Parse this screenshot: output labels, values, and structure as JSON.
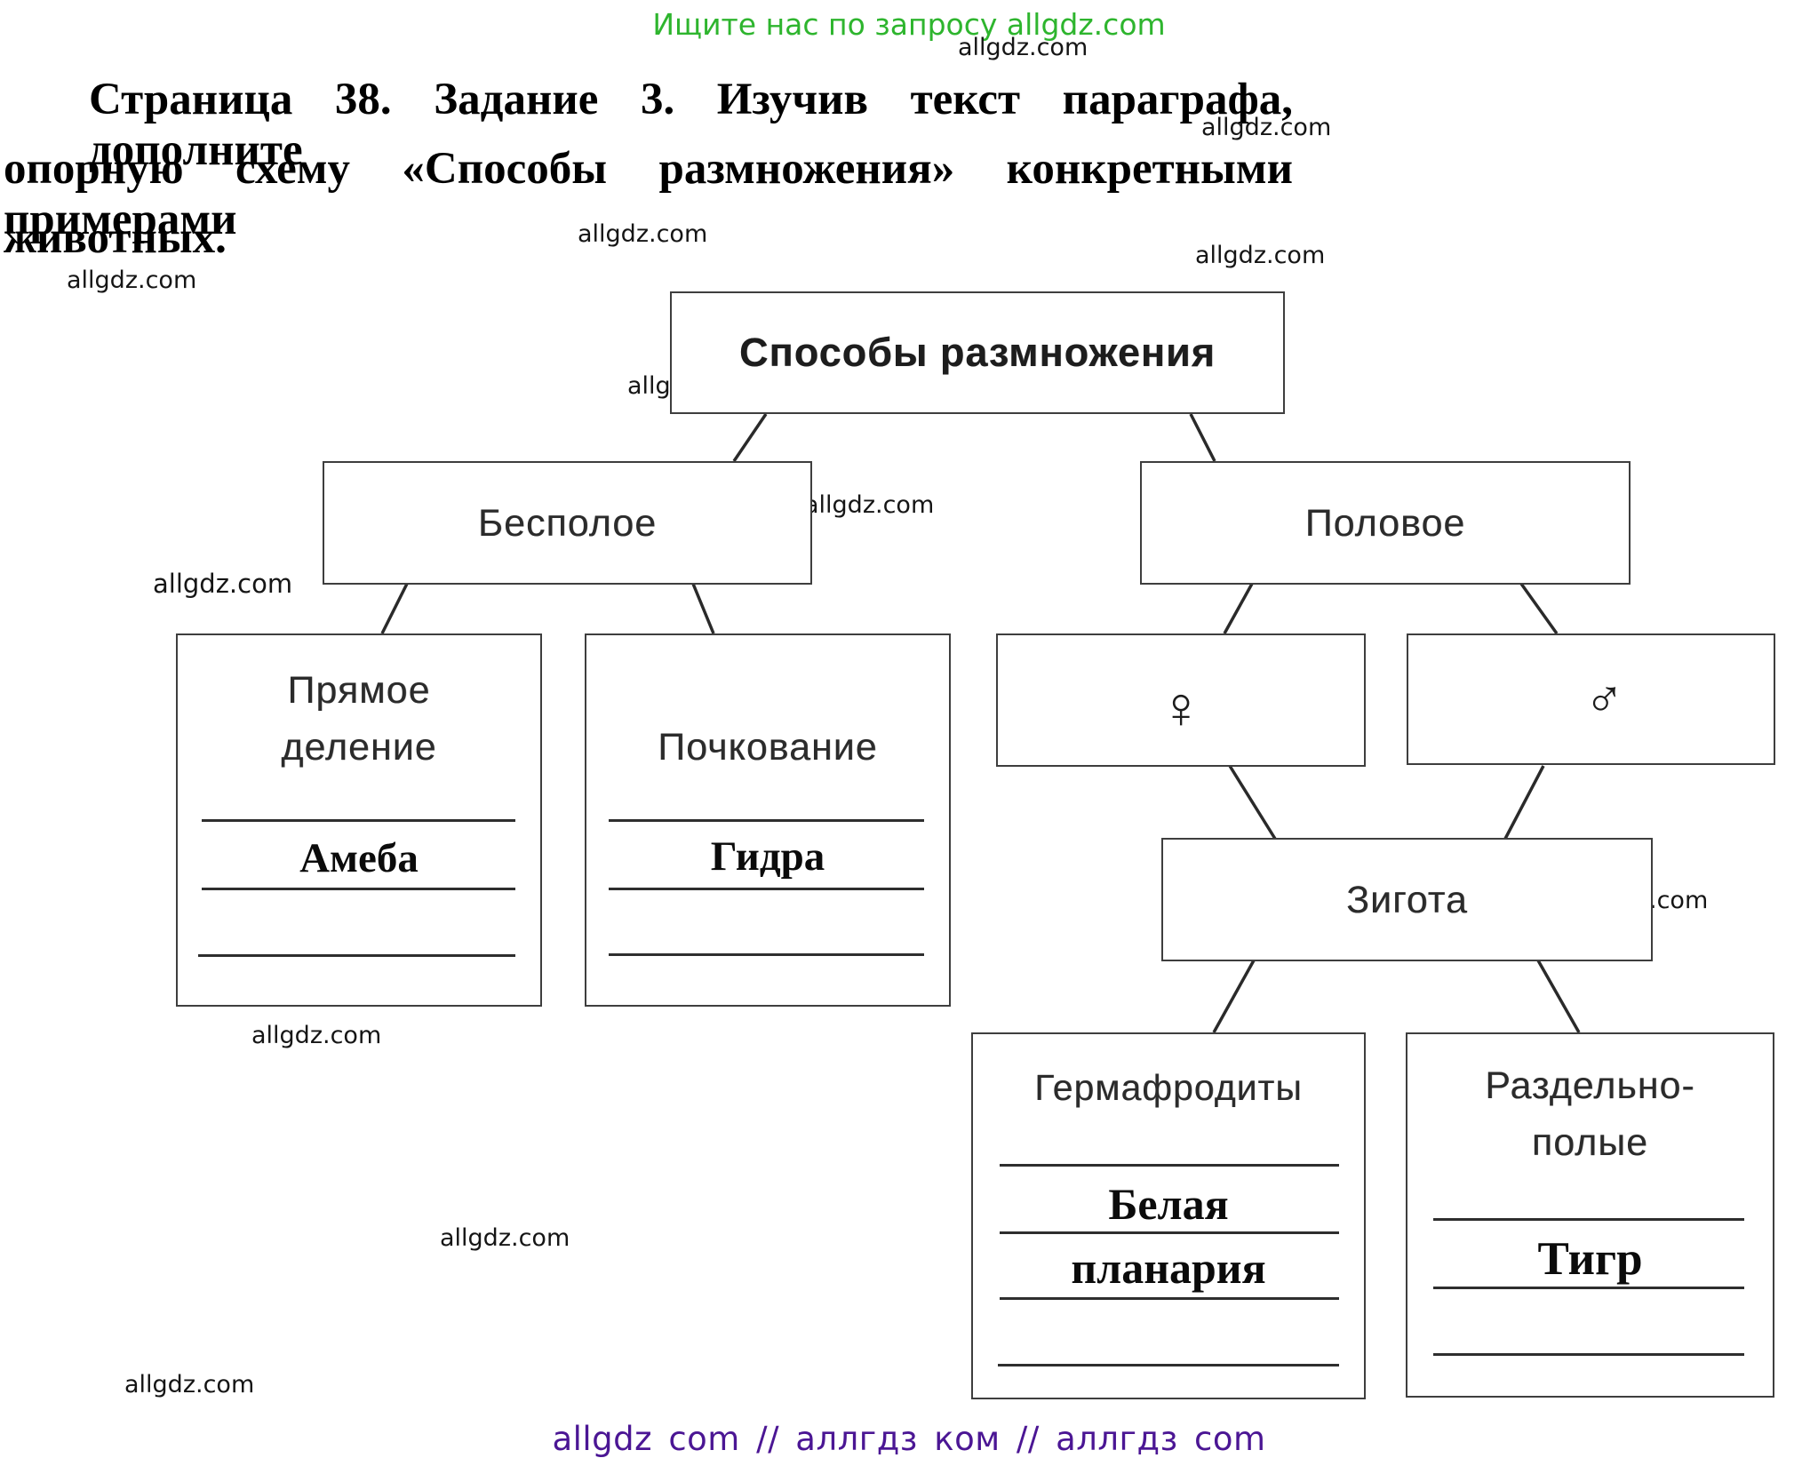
{
  "banner": {
    "text": "Ищите нас по запросу allgdz.com"
  },
  "watermark_text": "allgdz.com",
  "heading": {
    "line1": "Страница 38. Задание 3. Изучив текст параграфа, дополните",
    "line2": "опорную схему «Способы размножения» конкретными примерами",
    "line3": "животных."
  },
  "diagram": {
    "root_label": "Способы размножения",
    "asexual_label": "Бесполое",
    "sexual_label": "Половое",
    "direct_division_title_line1": "Прямое",
    "direct_division_title_line2": "деление",
    "direct_division_answer": "Амеба",
    "budding_title": "Почкование",
    "budding_answer": "Гидра",
    "female_symbol": "♀",
    "male_symbol": "♂",
    "zygote_label": "Зигота",
    "hermaphrodites_title": "Гермафродиты",
    "hermaphrodites_answer_line1": "Белая",
    "hermaphrodites_answer_line2": "планария",
    "dioecious_title_line1": "Раздельно-",
    "dioecious_title_line2": "полые",
    "dioecious_answer": "Тигр"
  },
  "footer": {
    "text": "allgdz com  //  аллгдз ком  //  аллгдз com"
  },
  "colors": {
    "banner_green": "#2eb52e",
    "footer_purple": "#4b1694",
    "ink": "#222222"
  }
}
